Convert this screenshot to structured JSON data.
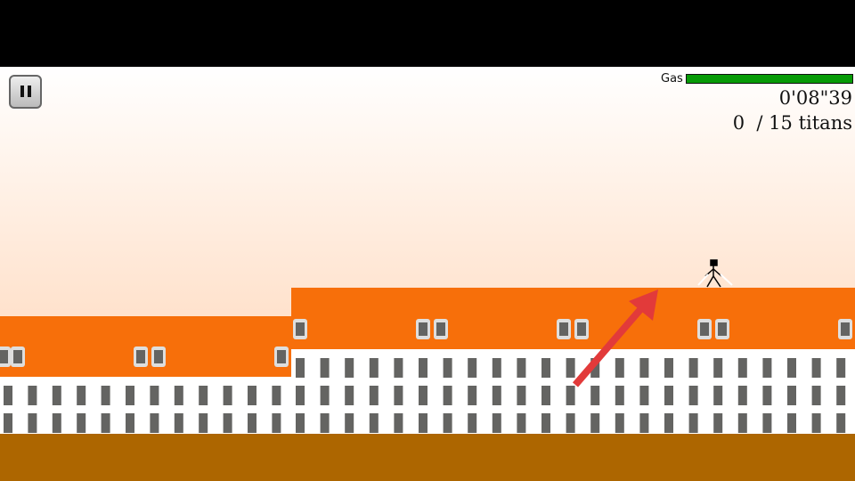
{
  "hud": {
    "gas_label": "Gas",
    "gas_level": 1.0,
    "timer": "0'08\"39",
    "kills": "0  / 15 titans"
  },
  "colors": {
    "roof": "#f76f0a",
    "ground": "#ad6600",
    "window": "#646462",
    "gas": "#079b07",
    "arrow": "#e23a3a"
  },
  "icons": {
    "pause": "pause-icon"
  }
}
